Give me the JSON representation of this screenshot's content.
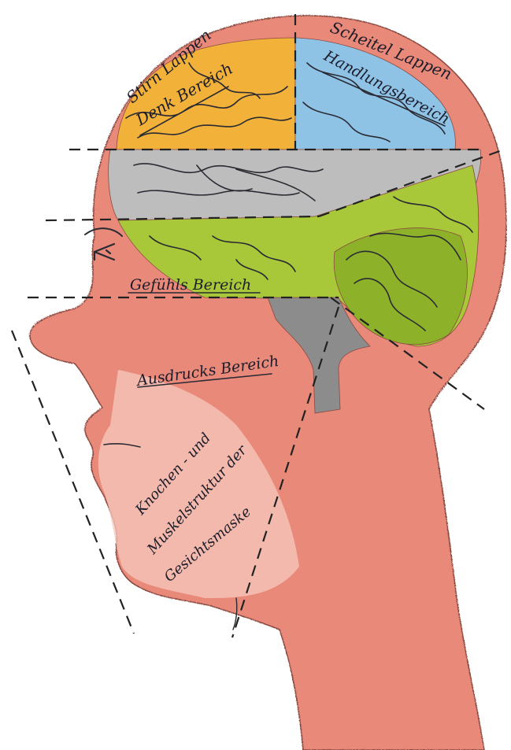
{
  "colors": {
    "skin": "#e9897a",
    "skin_light": "#f6c9bd",
    "frontal": "#f2b23a",
    "parietal": "#8fc3e6",
    "limbic": "#bdbdbd",
    "feeling": "#a8c83a",
    "cerebellum": "#8db22a",
    "brainstem": "#8c8c8c"
  },
  "labels": {
    "frontal_lobe": "Stirn Lappen",
    "frontal_area": "Denk Bereich",
    "parietal_lobe": "Scheitel Lappen",
    "parietal_area": "Handlungsbereich",
    "feeling_area": "Gefühls Bereich",
    "expression_area": "Ausdrucks Bereich",
    "mask_line1": "Knochen - und",
    "mask_line2": "Muskelstruktur der",
    "mask_line3": "Gesichtsmaske"
  }
}
